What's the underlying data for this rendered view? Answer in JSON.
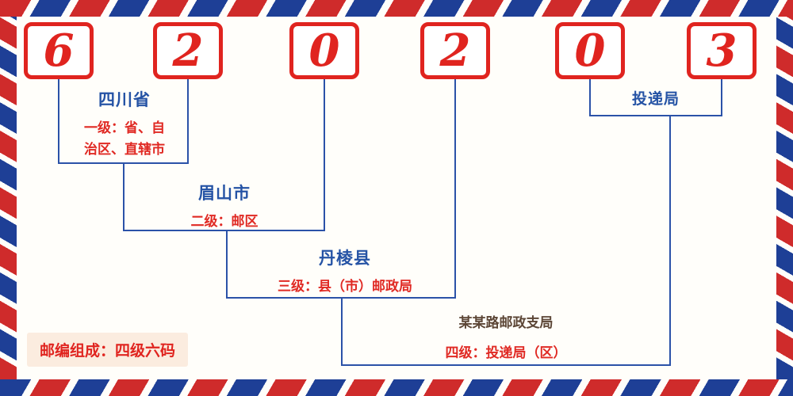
{
  "postal_code": {
    "digits": [
      "6",
      "2",
      "0",
      "2",
      "0",
      "3"
    ]
  },
  "levels": [
    {
      "name": "四川省",
      "desc_lines": [
        "一级：省、自",
        "治区、直辖市"
      ]
    },
    {
      "name": "眉山市",
      "desc": "二级：邮区"
    },
    {
      "name": "丹棱县",
      "desc": "三级：县（市）邮政局"
    },
    {
      "name": "某某路邮政支局",
      "desc": "四级：投递局（区）"
    }
  ],
  "delivery": {
    "label": "投递局"
  },
  "footer": {
    "note": "邮编组成：四级六码"
  },
  "colors": {
    "digit_red": "#e0241f",
    "text_red": "#e02a24",
    "label_blue": "#2553a5",
    "line_blue": "#2b52a8",
    "stripe_red": "#cf2b2b",
    "stripe_blue": "#1e3f96",
    "dark_text": "#5c4636",
    "note_bg": "#fbecdf"
  }
}
